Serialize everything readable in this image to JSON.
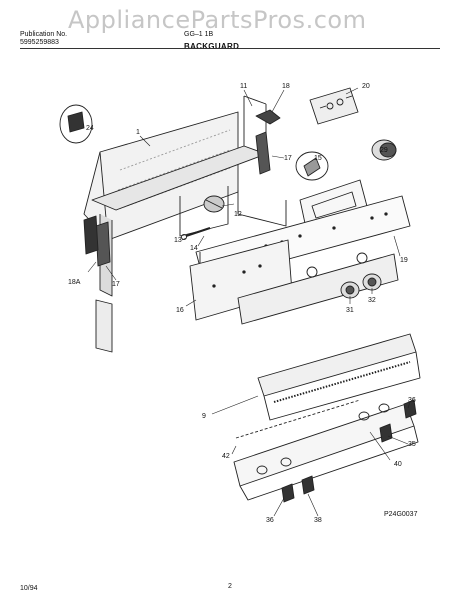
{
  "watermark": "AppliancePartsPros.com",
  "header": {
    "publication_label": "Publication No.",
    "publication_number": "5995259883",
    "model": "GG‒1 1B",
    "section": "BACKGUARD"
  },
  "footer": {
    "date": "10/94",
    "page": "2",
    "diagram_code": "P24G0037"
  },
  "part_labels": [
    "11",
    "18",
    "20",
    "24",
    "1",
    "17",
    "15",
    "29",
    "12",
    "13",
    "14",
    "19",
    "18A",
    "17",
    "16",
    "31",
    "32",
    "9",
    "36",
    "42",
    "35",
    "40",
    "36",
    "38"
  ]
}
